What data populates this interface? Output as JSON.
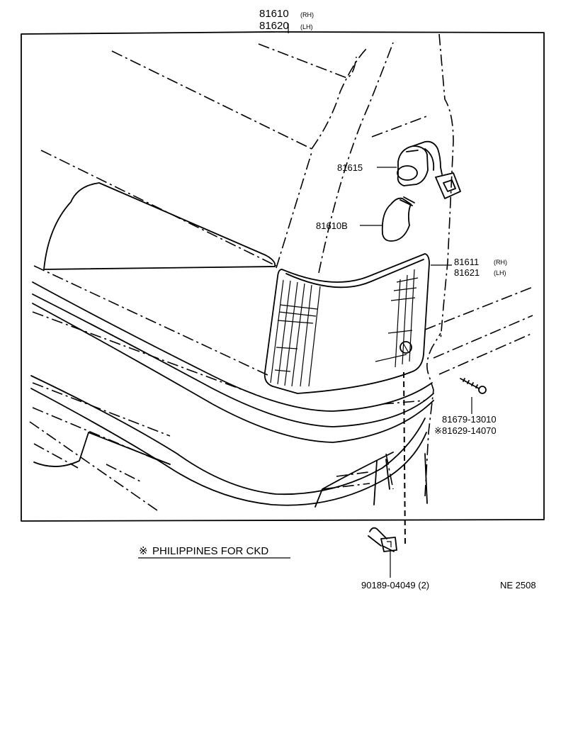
{
  "assembly": {
    "rh": {
      "number": "81610",
      "side": "(RH)"
    },
    "lh": {
      "number": "81620",
      "side": "(LH)"
    }
  },
  "parts": [
    {
      "id": "socket",
      "number": "81615"
    },
    {
      "id": "bulb",
      "number": "81610B"
    },
    {
      "id": "lens_rh",
      "number": "81611",
      "side": "(RH)"
    },
    {
      "id": "lens_lh",
      "number": "81621",
      "side": "(LH)"
    },
    {
      "id": "screw_std",
      "number": "81679-13010"
    },
    {
      "id": "screw_phil",
      "number": "81629-14070",
      "mark": "※"
    },
    {
      "id": "clip",
      "number": "90189-04049 (2)"
    }
  ],
  "note": {
    "mark": "※",
    "text": "PHILIPPINES FOR CKD"
  },
  "diagram_code": "NE 2508"
}
